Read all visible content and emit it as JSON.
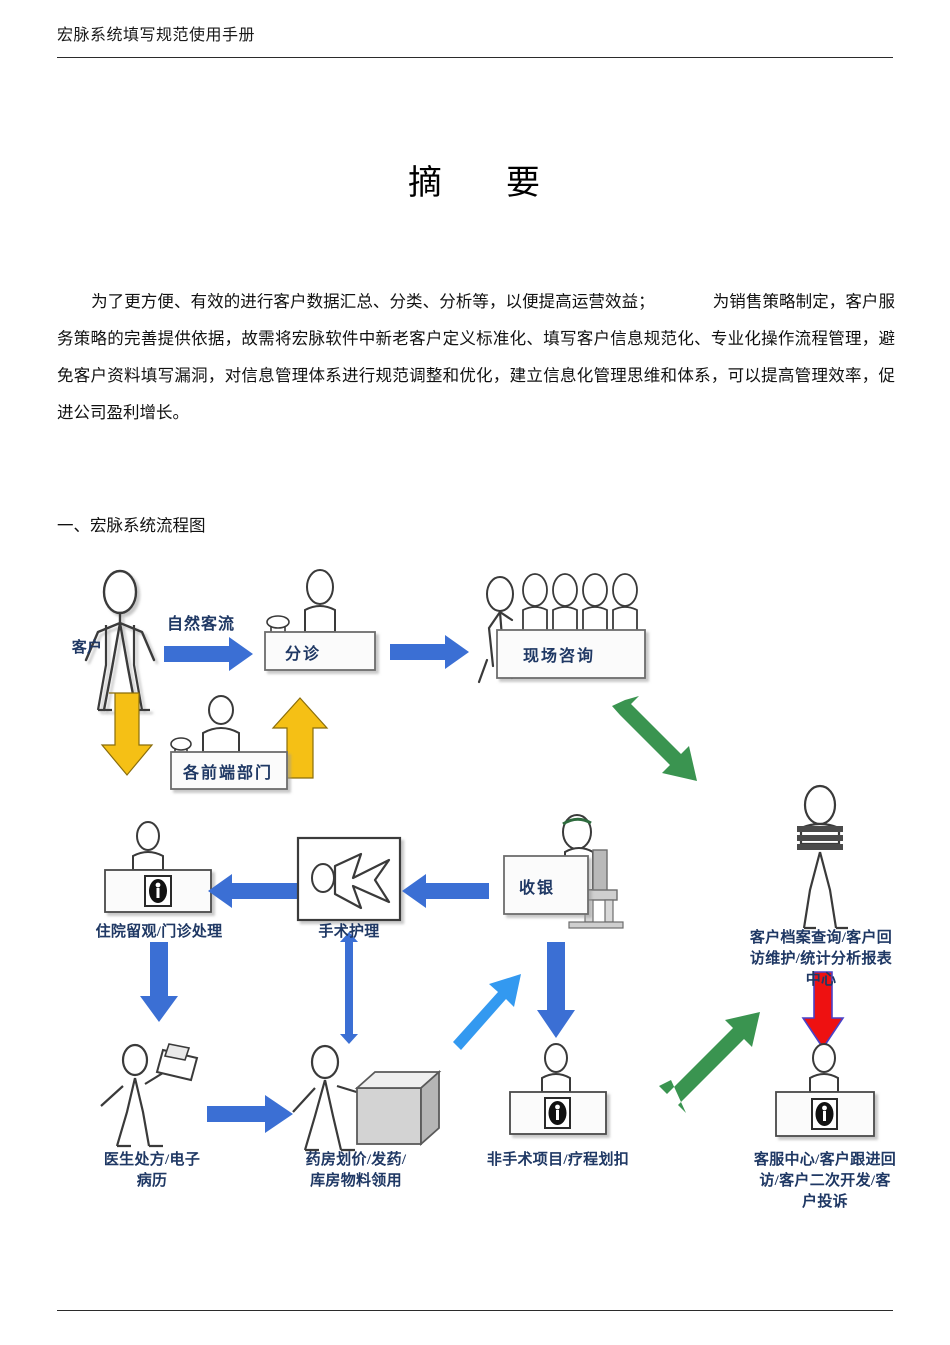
{
  "header": {
    "running_title": "宏脉系统填写规范使用手册"
  },
  "abstract": {
    "title_left": "摘",
    "title_right": "要",
    "paragraph_part1": "为了更方便、有效的进行客户数据汇总、分类、分析等，以便提高运营效益；",
    "paragraph_part2": "为销售策略制定，客户服务策略的完善提供依据，故需将宏脉软件中新老客户定义标准化、填写客户信息规范化、专业化操作流程管理，避免客户资料填写漏洞，对信息管理体系进行规范调整和优化，建立信息化管理思维和体系，可以提高管理效率，促进公司盈利增长。"
  },
  "section": {
    "heading": "一、宏脉系统流程图"
  },
  "flowchart": {
    "nodes": {
      "customer": "客户",
      "triage": "分诊",
      "onsite_consult": "现场咨询",
      "front_depts": "各前端部门",
      "archive_center": "客户档案查询/客户回\n访维护/统计分析报表\n中心",
      "archive_center_line1": "客户档案查询/客户回",
      "archive_center_line2": "访维护/统计分析报表",
      "archive_center_line3": "中心",
      "inpatient": "住院留观/门诊处理",
      "surgery_care": "手术护理",
      "cashier": "收银",
      "doctor_rx_line1": "医生处方/电子",
      "doctor_rx_line2": "病历",
      "pharmacy_line1": "药房划价/发药/",
      "pharmacy_line2": "库房物料领用",
      "non_surgical": "非手术项目/疗程划扣",
      "service_center_line1": "客服中心/客户跟进回",
      "service_center_line2": "访/客户二次开发/客",
      "service_center_line3": "户投诉"
    },
    "arrow_labels": {
      "natural_flow": "自然客流"
    },
    "colors": {
      "arrow_blue": "#3b6fd4",
      "arrow_blue_light": "#3399f0",
      "arrow_yellow": "#f5c015",
      "arrow_green": "#3a9450",
      "arrow_red": "#ee1111",
      "label_navy": "#1f3864",
      "figure_outline": "#333333",
      "desk_fill": "#fbfbfb"
    }
  }
}
